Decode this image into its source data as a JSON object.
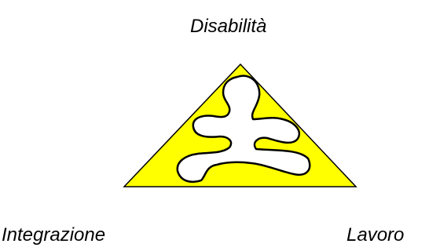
{
  "labels": {
    "top": "Disabilità",
    "bottom_left": "Integrazione",
    "bottom_right": "Lavoro"
  },
  "colors": {
    "triangle_fill": "#ffff00",
    "outline": "#000000",
    "figure_fill": "#ffffff"
  }
}
